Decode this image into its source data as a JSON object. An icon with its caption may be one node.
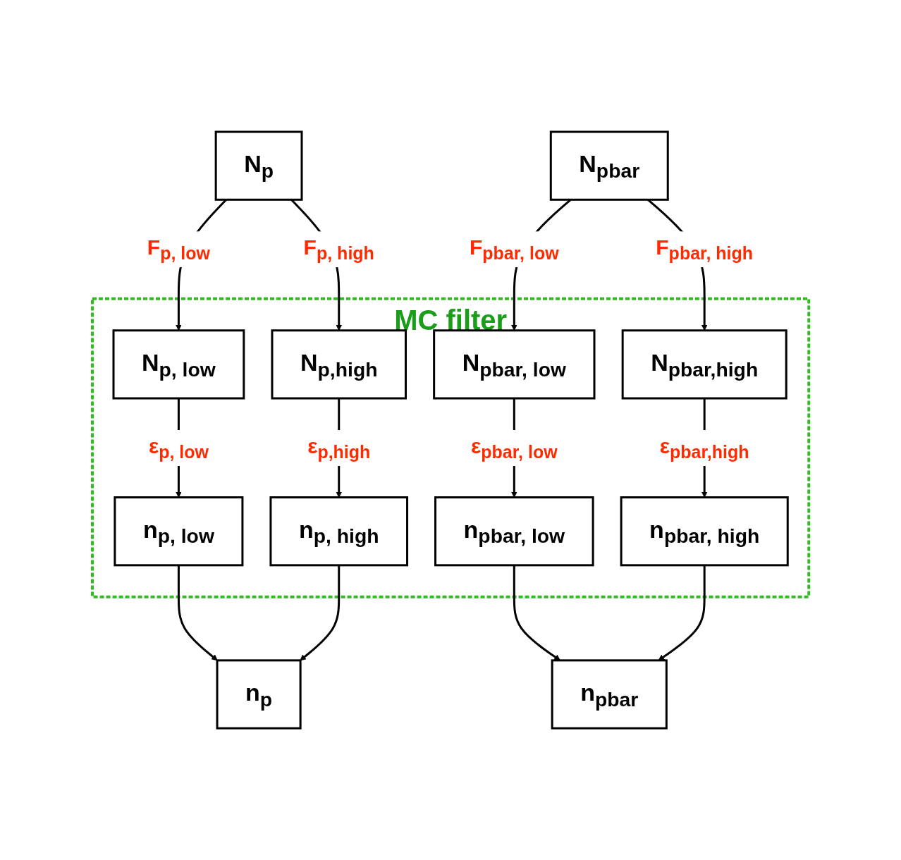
{
  "diagram": {
    "nodes": [
      {
        "text": [
          "N$_{p}$"
        ]
      },
      {
        "text": [
          "N$_{pbar}$"
        ]
      },
      {
        "text": [
          "MC filter"
        ]
      },
      {
        "text": [
          "N$_{p, low}$"
        ],
        "in": 2
      },
      {
        "text": [
          "N$_{p,high}$"
        ],
        "in": 2
      },
      {
        "text": [
          "N$_{pbar, low}$"
        ],
        "in": 2
      },
      {
        "text": [
          "N$_{pbar,high}$"
        ],
        "in": 2
      },
      {
        "text": [
          "n$_{p, low}$"
        ],
        "in": 2
      },
      {
        "text": [
          "n$_{p, high}$"
        ],
        "in": 2
      },
      {
        "text": [
          "n$_{pbar, low}$"
        ],
        "in": 2
      },
      {
        "text": [
          "n$_{pbar, high}$"
        ],
        "in": 2
      },
      {
        "text": [
          "n$_{p}$"
        ]
      },
      {
        "text": [
          "n$_{pbar}$"
        ]
      }
    ],
    "edges": [
      {
        "from": 0,
        "to": 3,
        "arrow": "to",
        "label": "F$_{p, low}$"
      },
      {
        "from": 0,
        "to": 4,
        "arrow": "to",
        "label": "F$_{p, high}$"
      },
      {
        "from": 1,
        "to": 5,
        "arrow": "to",
        "label": "F$_{pbar, low}$"
      },
      {
        "from": 1,
        "to": 6,
        "arrow": "to",
        "label": "F$_{pbar, high}$"
      },
      {
        "from": 3,
        "to": 7,
        "arrow": "to",
        "label": "ε$_{p, low}$"
      },
      {
        "from": 4,
        "to": 8,
        "arrow": "to",
        "label": "ε$_{p,high}$"
      },
      {
        "from": 5,
        "to": 9,
        "arrow": "to",
        "label": "ε$_{pbar, low}$"
      },
      {
        "from": 6,
        "to": 10,
        "arrow": "to",
        "label": "ε$_{pbar,high}$"
      },
      {
        "from": 7,
        "to": 11,
        "arrow": "to"
      },
      {
        "from": 8,
        "to": 11,
        "arrow": "to"
      },
      {
        "from": 9,
        "to": 12,
        "arrow": "to"
      },
      {
        "from": 10,
        "to": 12,
        "arrow": "to"
      }
    ]
  }
}
